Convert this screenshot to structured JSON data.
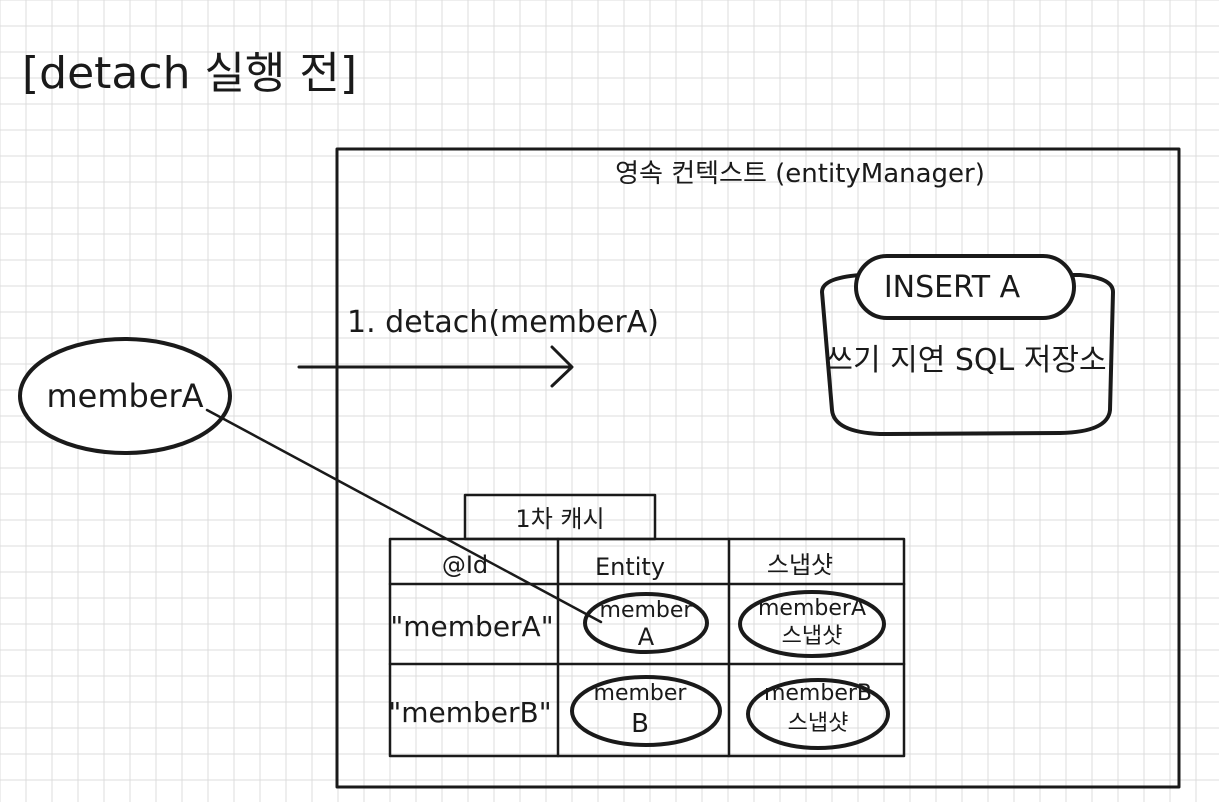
{
  "page_title": "[detach 실행 전]",
  "context": {
    "title": "영속 컨텍스트 (entityManager)"
  },
  "sql_store": {
    "insert_label": "INSERT A",
    "label": "쓰기 지연 SQL 저장소"
  },
  "action": {
    "label": "1. detach(memberA)"
  },
  "external_entity": {
    "label": "memberA"
  },
  "cache": {
    "title": "1차 캐시",
    "headers": [
      "@Id",
      "Entity",
      "스냅샷"
    ],
    "rows": [
      {
        "id": "\"memberA\"",
        "entity_line1": "member",
        "entity_line2": "A",
        "snapshot_line1": "memberA",
        "snapshot_line2": "스냅샷"
      },
      {
        "id": "\"memberB\"",
        "entity_line1": "member",
        "entity_line2": "B",
        "snapshot_line1": "memberB",
        "snapshot_line2": "스냅샷"
      }
    ]
  }
}
